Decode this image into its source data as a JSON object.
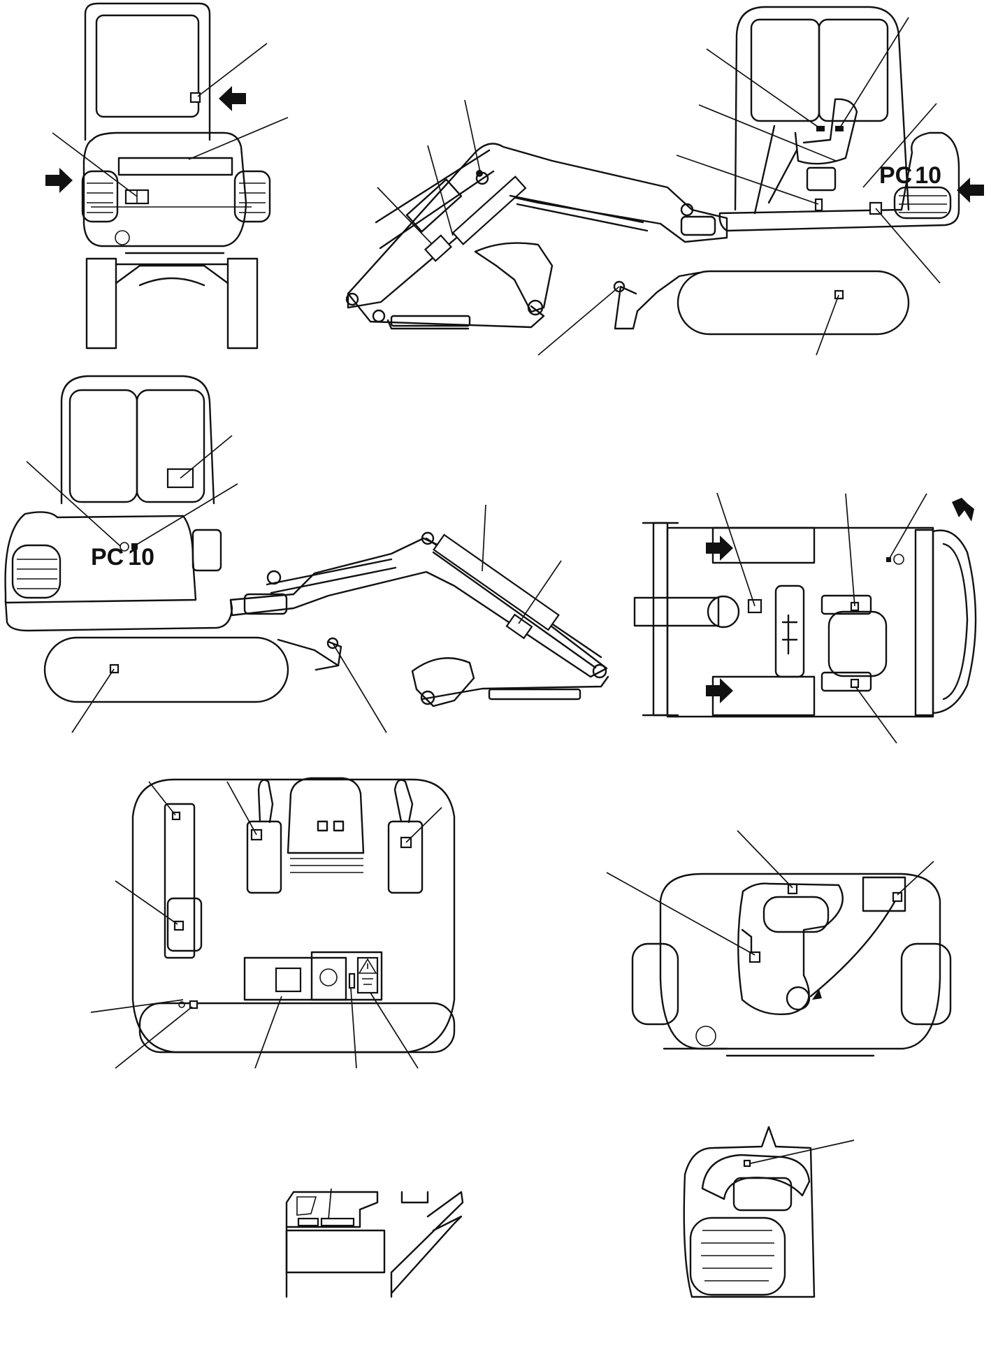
{
  "model_marks": [
    {
      "id": "side_right",
      "prefix": "PC",
      "number": "10"
    },
    {
      "id": "side_left",
      "prefix": "PC",
      "number": "10"
    }
  ]
}
